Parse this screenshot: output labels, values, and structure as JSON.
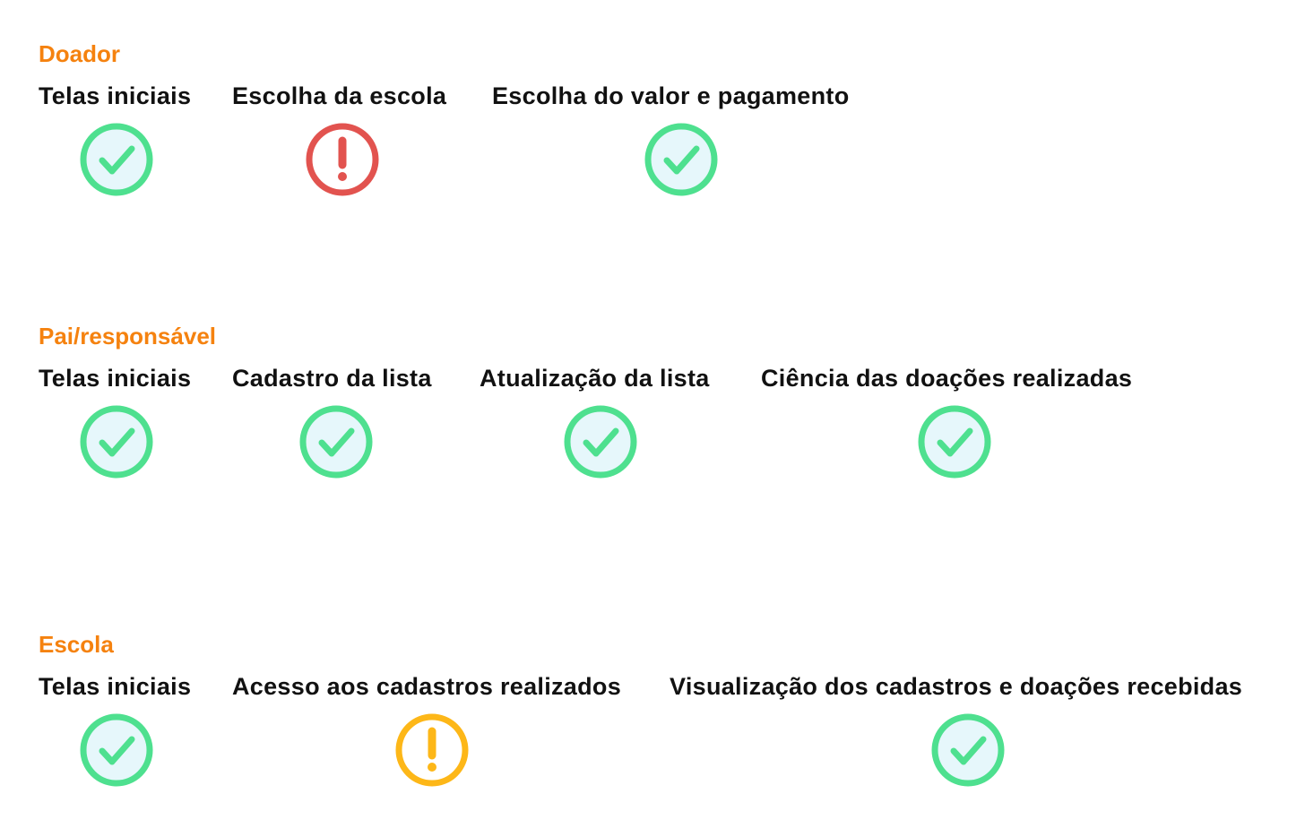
{
  "colors": {
    "section_title": "#f5820f",
    "label": "#111111",
    "ok": "#4ee08f",
    "ok_fill": "#e6f7fb",
    "error": "#e2534f",
    "warning": "#fdb718"
  },
  "sections": [
    {
      "title": "Doador",
      "steps": [
        {
          "label": "Telas iniciais",
          "status": "check-icon"
        },
        {
          "label": "Escolha da escola",
          "status": "error-icon"
        },
        {
          "label": "Escolha do valor e pagamento",
          "status": "check-icon"
        }
      ]
    },
    {
      "title": "Pai/responsável",
      "steps": [
        {
          "label": "Telas iniciais",
          "status": "check-icon"
        },
        {
          "label": "Cadastro da lista",
          "status": "check-icon"
        },
        {
          "label": "Atualização da lista",
          "status": "check-icon"
        },
        {
          "label": "Ciência das doações realizadas",
          "status": "check-icon"
        }
      ]
    },
    {
      "title": "Escola",
      "steps": [
        {
          "label": "Telas iniciais",
          "status": "check-icon"
        },
        {
          "label": "Acesso aos cadastros realizados",
          "status": "warning-icon"
        },
        {
          "label": "Visualização dos cadastros e doações recebidas",
          "status": "check-icon"
        }
      ]
    }
  ]
}
